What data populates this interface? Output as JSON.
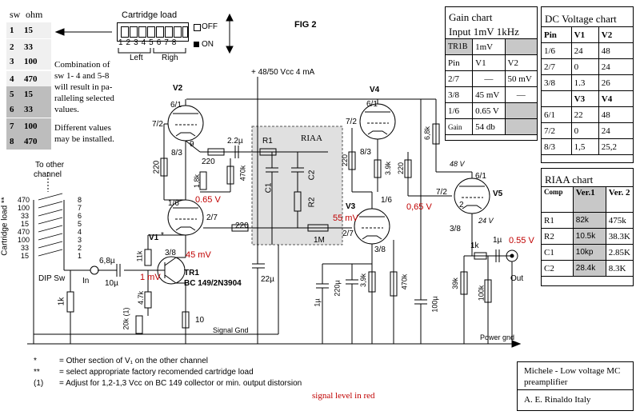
{
  "switch_table": {
    "header_sw": "sw",
    "header_ohm": "ohm",
    "rows": [
      {
        "sw": "1",
        "ohm": "15"
      },
      {
        "sw": "2",
        "ohm": "33"
      },
      {
        "sw": "3",
        "ohm": "100"
      },
      {
        "sw": "4",
        "ohm": "470"
      },
      {
        "sw": "5",
        "ohm": "15"
      },
      {
        "sw": "6",
        "ohm": "33"
      },
      {
        "sw": "7",
        "ohm": "100"
      },
      {
        "sw": "8",
        "ohm": "470"
      }
    ],
    "note1": [
      "Combination of",
      "sw 1- 4 and 5-8",
      "will result in pa-",
      "ralleling selected",
      "values."
    ],
    "note2": [
      "Different values",
      "may be installed."
    ]
  },
  "cartridge": {
    "title": "Cartridge load",
    "digits": "1 2 3 4 5 6 7 8",
    "off": "OFF",
    "on": "ON",
    "left": "Left",
    "right": "Righ"
  },
  "fig_label": "FIG 2",
  "supply": "+ 48/50 Vcc  4 mA",
  "gain_chart": {
    "title": "Gain chart",
    "subtitle": "Input 1mV 1kHz",
    "rows": [
      [
        "TR1B",
        "1mV",
        ""
      ],
      [
        "Pin",
        "V1",
        "V2"
      ],
      [
        "2/7",
        "—",
        "50 mV"
      ],
      [
        "3/8",
        "45 mV",
        "—"
      ],
      [
        "1/6",
        "0.65 V",
        ""
      ],
      [
        "Gain",
        "54 db",
        ""
      ]
    ]
  },
  "dc_chart": {
    "title": "DC Voltage chart",
    "rows": [
      [
        "Pin",
        "V1",
        "V2"
      ],
      [
        "1/6",
        "24",
        "48"
      ],
      [
        "2/7",
        "0",
        "24"
      ],
      [
        "3/8",
        "1.3",
        "26"
      ],
      [
        "",
        "V3",
        "V4"
      ],
      [
        "6/1",
        "22",
        "48"
      ],
      [
        "7/2",
        "0",
        "24"
      ],
      [
        "8/3",
        "1,5",
        "25,2"
      ]
    ]
  },
  "riaa_chart": {
    "title": "RIAA  chart",
    "rows": [
      [
        "Comp",
        "Ver.1",
        "Ver. 2"
      ],
      [
        "R1",
        "82k",
        "475k"
      ],
      [
        "R2",
        "10.5k",
        "38.3K"
      ],
      [
        "C1",
        "10kp",
        "2.85K"
      ],
      [
        "C2",
        "28.4k",
        "8.3K"
      ]
    ]
  },
  "credit": {
    "line1": "Michele - Low voltage MC",
    "line2": "preamplifier",
    "line3": "A. E. Rinaldo   Italy"
  },
  "notes": [
    {
      "sym": "*",
      "text": "=  Other section of V₁ on the other channel"
    },
    {
      "sym": "**",
      "text": "=  select appropriate factory recomended cartridge load"
    },
    {
      "sym": "(1)",
      "text": "=  Adjust for 1,2-1,3 Vcc on BC 149 collector or min. output distorsion"
    }
  ],
  "signal_note": "signal level in red",
  "labels": {
    "v1": "V1",
    "v1star": "*",
    "v2": "V2",
    "v3": "V3",
    "v4": "V4",
    "v5": "V5",
    "tr1": "TR1",
    "tr1_part": "BC 149/2N3904",
    "riaa": "RIAA",
    "r1": "R1",
    "r2": "R2",
    "c1": "C1",
    "c2": "C2",
    "in": "In",
    "out": "Out",
    "dip": "DIP Sw",
    "to_other": [
      "To other",
      "channel"
    ],
    "cart_load": "Cartridge load **",
    "signal_gnd": "Signal Gnd",
    "power_gnd": "Power gnd",
    "r220a": "220",
    "r220b": "220",
    "r220c": "220",
    "r220d": "220",
    "r220e": "220",
    "r220f": "220",
    "c22u": "2.2µ",
    "r470k": "470k",
    "r1_8k": "1,8k",
    "r1M": "1M",
    "r3_9k_a": "3.9k",
    "r3_9k_b": "3,9k",
    "r6_8k": "6,8k",
    "r11k": "11k",
    "r4_7k": "4.7k",
    "r20k": "20k (1)",
    "r10": "10",
    "r1k_a": "1k",
    "r1k_b": "1k",
    "c6_8u": "6,8µ",
    "c10u": "10µ",
    "c22u_b": "22µ",
    "c1u_a": "1µ",
    "c220u": "220µ",
    "c100u": "100µ",
    "r470k_b": "470k",
    "r39k": "39k",
    "r100k": "100k",
    "c1u_b": "1µ",
    "v48": "48 V",
    "v24": "24 V",
    "pin61a": "6/1",
    "pin72a": "7/2",
    "pin9": "9",
    "pin83a": "8/3",
    "pin16a": "1/6",
    "pin27a": "2/7",
    "pin38a": "3/8",
    "pin61b": "6/1",
    "pin72b": "7/2",
    "pin83b": "8/3",
    "pin16b": "1/6",
    "pin27b": "2/7",
    "pin38b": "3/8",
    "pin61c": "6/1",
    "pin72c": "7/2",
    "pin2": "2",
    "pin38c": "3/8",
    "sig_065a": "0.65 V",
    "sig_45m": "45 mV",
    "sig_1m": "1 mV",
    "sig_55m": "55 mV",
    "sig_065b": "0,65 V",
    "sig_055": "0.55 V",
    "dip_rows": [
      {
        "ohm": "470",
        "n": "8"
      },
      {
        "ohm": "100",
        "n": "7"
      },
      {
        "ohm": "33",
        "n": "6"
      },
      {
        "ohm": "15",
        "n": "5"
      },
      {
        "ohm": "470",
        "n": "4"
      },
      {
        "ohm": "100",
        "n": "3"
      },
      {
        "ohm": "33",
        "n": "2"
      },
      {
        "ohm": "15",
        "n": "1"
      }
    ]
  }
}
